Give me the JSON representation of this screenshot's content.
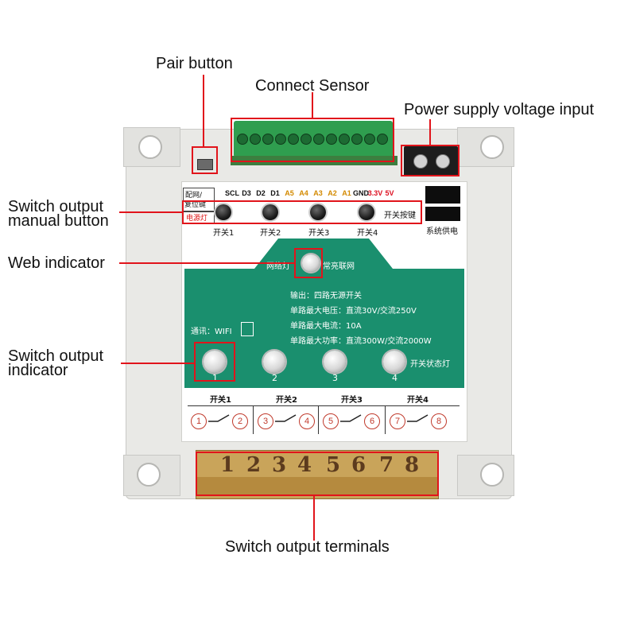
{
  "callouts": {
    "pair_button": "Pair button",
    "connect_sensor": "Connect Sensor",
    "power_supply": "Power supply voltage input",
    "manual_button_line1": "Switch output",
    "manual_button_line2": "manual button",
    "web_indicator": "Web indicator",
    "output_indicator_line1": "Switch output",
    "output_indicator_line2": "indicator",
    "output_terminals": "Switch output terminals"
  },
  "board": {
    "pair_label_line1": "配网/",
    "pair_label_line2": "复位键",
    "power_led_label": "电源灯",
    "pins": [
      "SCL",
      "D3",
      "D2",
      "D1",
      "A5",
      "A4",
      "A3",
      "A2",
      "A1",
      "GND",
      "3.3V",
      "5V"
    ],
    "manual_switch_labels": [
      "开关1",
      "开关2",
      "开关3",
      "开关4"
    ],
    "switch_button_caption": "开关按键",
    "power_caption": "系统供电",
    "network_led_label": "网络灯",
    "network_status": "常亮联网",
    "spec_lines": [
      "输出：四路无源开关",
      "单路最大电压：直流30V/交流250V",
      "单路最大电流：10A",
      "单路最大功率：直流300W/交流2000W"
    ],
    "comm_label": "通讯：WIFI",
    "indicator_numbers": [
      "1",
      "2",
      "3",
      "4"
    ],
    "switch_state_caption": "开关状态灯",
    "terminal_group_labels": [
      "开关1",
      "开关2",
      "开关3",
      "开关4"
    ],
    "terminal_numbers": [
      "1",
      "2",
      "3",
      "4",
      "5",
      "6",
      "7",
      "8"
    ],
    "screw_numbers": [
      "1",
      "2",
      "3",
      "4",
      "5",
      "6",
      "7",
      "8"
    ]
  },
  "colors": {
    "highlight": "#e1141b",
    "panel_green": "#1a8f6e",
    "housing": "#e9e9e6",
    "terminal_green": "#2f9e4f",
    "terminal_brass": "#c9a45a"
  }
}
